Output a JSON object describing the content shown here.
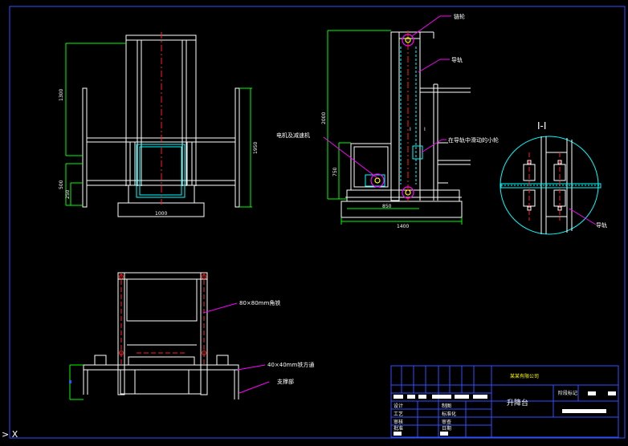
{
  "colors": {
    "background": "#000000",
    "frame": "#ffffff",
    "dimension": "#00ff00",
    "centerline": "#ff2020",
    "leader": "#ff00ff",
    "guide": "#00ffff",
    "border": "#3050ff",
    "rail": "#ffff00"
  },
  "front_view": {
    "dims": {
      "d1300": "1300",
      "d500": "500",
      "d250": "250",
      "d1950": "1950",
      "d1000": "1000"
    }
  },
  "side_view": {
    "labels": {
      "sprocket": "链轮",
      "guide_rail": "导轨",
      "motor_reducer": "电机及减速机",
      "small_wheel": "在导轨中滑动的小轮"
    },
    "dims": {
      "d2000": "2000",
      "d750": "750",
      "d850": "850",
      "d1400": "1400"
    },
    "section_mark": "I"
  },
  "section_detail": {
    "title": "I-I",
    "label": "导轨"
  },
  "top_view": {
    "labels": {
      "angle_iron": "80×80mm角铁",
      "square_tube": "40×40mm铁方通",
      "support": "支撑部"
    }
  },
  "title_block": {
    "product_name": "升降台",
    "company": "某某有限公司",
    "design": "设计",
    "check": "审核",
    "process": "工艺",
    "approve": "批准",
    "drawing": "制图",
    "standard": "标准化",
    "review": "审查",
    "date": "日期",
    "stage": "阶段标记"
  },
  "cursor_text": "> X"
}
